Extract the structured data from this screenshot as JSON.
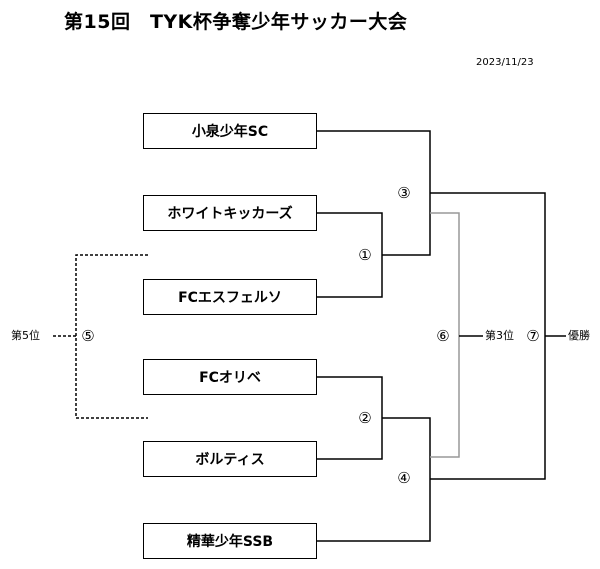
{
  "title": "第15回　TYK杯争奪少年サッカー大会",
  "date": "2023/11/23",
  "teams": [
    "小泉少年SC",
    "ホワイトキッカーズ",
    "FCエスフェルソ",
    "FCオリベ",
    "ボルティス",
    "精華少年SSB"
  ],
  "matches": {
    "m1": "①",
    "m2": "②",
    "m3": "③",
    "m4": "④",
    "m5": "⑤",
    "m6": "⑥",
    "m7": "⑦"
  },
  "labels": {
    "fifth_place": "第5位",
    "third_place": "第3位",
    "champion": "優勝"
  },
  "colors": {
    "line": "#000000",
    "third_place_line": "#999999"
  }
}
